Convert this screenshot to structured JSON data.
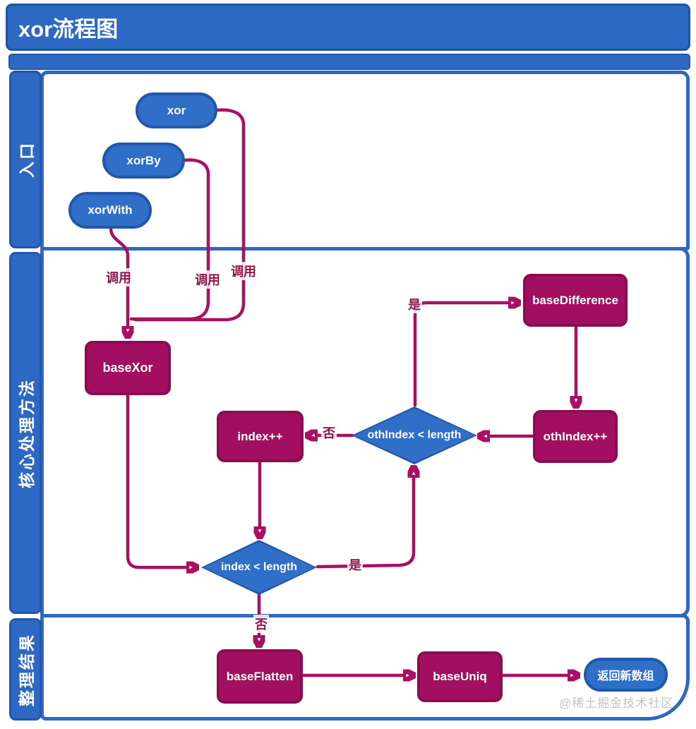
{
  "title": "xor流程图",
  "watermark": "@稀土掘金技术社区",
  "lanes": [
    {
      "label": "入口"
    },
    {
      "label": "核心处理方法"
    },
    {
      "label": "整理结果"
    }
  ],
  "nodes": {
    "xor": "xor",
    "xorBy": "xorBy",
    "xorWith": "xorWith",
    "baseXor": "baseXor",
    "baseDifference": "baseDifference",
    "othIndexInc": "othIndex++",
    "indexInc": "index++",
    "othIndexCond": "othIndex < length",
    "indexCond": "index < length",
    "baseFlatten": "baseFlatten",
    "baseUniq": "baseUniq",
    "returnNewArray": "返回新数组"
  },
  "edge_labels": {
    "call": "调用",
    "yes": "是",
    "no": "否"
  },
  "colors": {
    "lane_blue": "#2d68c3",
    "node_blue": "#2f6fc8",
    "node_magenta": "#a30f60",
    "edge_magenta": "#a90f62",
    "edge_label_text": "#8c1a4b",
    "text_white": "#ffffff",
    "watermark_gray": "#c4c4c4"
  }
}
